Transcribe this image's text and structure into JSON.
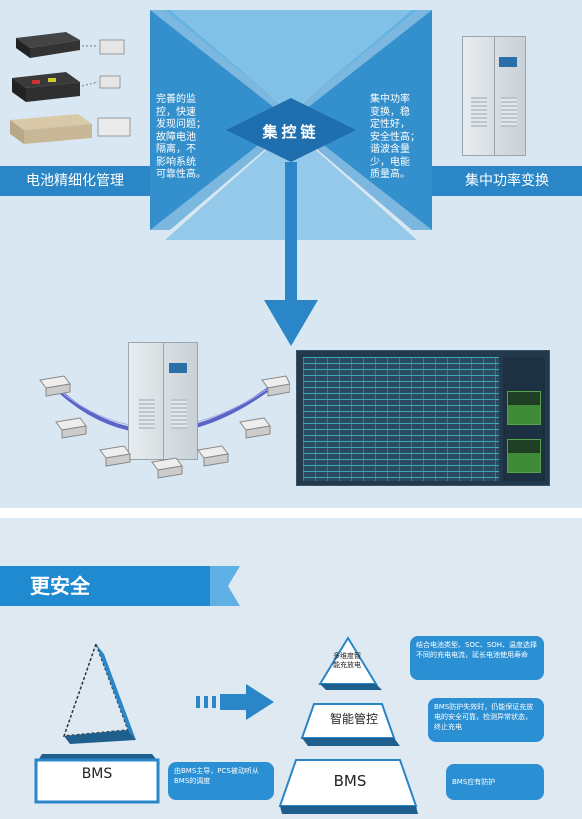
{
  "top": {
    "left_bar_label": "电池精细化管理",
    "right_bar_label": "集中功率变换",
    "center_label": "集控链",
    "left_description_lines": [
      "完善的监",
      "控，快速",
      "发现问题；",
      "故障电池",
      "隔离，不",
      "影响系统",
      "可靠性高。"
    ],
    "right_description_lines": [
      "集中功率",
      "变换，稳",
      "定性好，",
      "安全性高；",
      "谐波含量",
      "少，电能",
      "质量高。"
    ]
  },
  "bottom": {
    "section_title": "更安全",
    "left_bms_label": "BMS",
    "left_bms_note": "由BMS主导，PCS被动听从BMS的调度",
    "pyramid_top_label": "多维度智能充放电",
    "pyramid_mid_label": "智能管控",
    "pyramid_base_label": "BMS",
    "bubble_top": "结合电池类型、SOC、SOH、温度选择不同的充电电流，延长电池使用寿命",
    "bubble_mid": "BMS防护失效时，仍能保证充放电的安全可靠，检测异常状态，终止充电",
    "bubble_base": "BMS应有防护"
  },
  "colors": {
    "accent_blue": "#2a86c6",
    "dark_blue": "#1f5f8e",
    "screen_bg": "#233a4d"
  },
  "icons": {
    "arrow": "down-arrow-icon",
    "right_arrow": "right-arrow-icon"
  }
}
